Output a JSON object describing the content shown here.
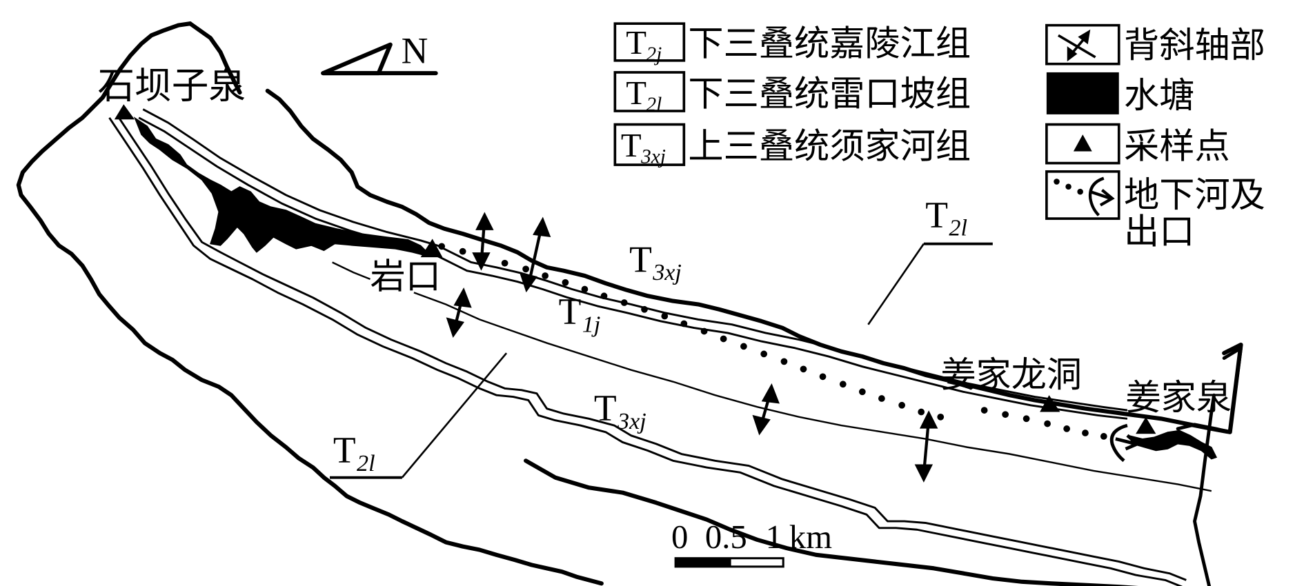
{
  "map": {
    "north_arrow": {
      "label": "N",
      "icon": "north-arrow-icon"
    },
    "locations": [
      {
        "id": "shibazi",
        "label": "石坝子泉",
        "type": "sampling-point"
      },
      {
        "id": "yankou",
        "label": "岩口",
        "type": "sampling-point"
      },
      {
        "id": "jiangjialongdong",
        "label": "姜家龙洞",
        "type": "sampling-point"
      },
      {
        "id": "jiangjiaquan",
        "label": "姜家泉",
        "type": "sampling-point"
      }
    ],
    "strata_labels": {
      "t3xj_upper": {
        "main": "T",
        "sub": "3xj"
      },
      "t1j": {
        "main": "T",
        "sub": "1j"
      },
      "t2l_upper": {
        "main": "T",
        "sub": "2l"
      },
      "t3xj_lower": {
        "main": "T",
        "sub": "3xj"
      },
      "t2l_lower": {
        "main": "T",
        "sub": "2l"
      }
    },
    "scale_bar": {
      "ticks": [
        "0",
        "0.5",
        "1"
      ],
      "unit": "km",
      "text": "0  0.5 1 km"
    }
  },
  "legend": {
    "strata": [
      {
        "code_main": "T",
        "code_sub": "2j",
        "label": "下三叠统嘉陵江组"
      },
      {
        "code_main": "T",
        "code_sub": "2l",
        "label": "下三叠统雷口坡组"
      },
      {
        "code_main": "T",
        "code_sub": "3xj",
        "label": "上三叠统须家河组"
      }
    ],
    "symbols": [
      {
        "icon": "anticline-axis-icon",
        "label": "背斜轴部"
      },
      {
        "icon": "pond-icon",
        "label": "水塘"
      },
      {
        "icon": "sampling-point-icon",
        "label": "采样点"
      },
      {
        "icon": "underground-river-icon",
        "label_line1": "地下河及",
        "label_line2": "出口"
      }
    ]
  },
  "colors": {
    "ink": "#000000",
    "paper": "#ffffff"
  }
}
